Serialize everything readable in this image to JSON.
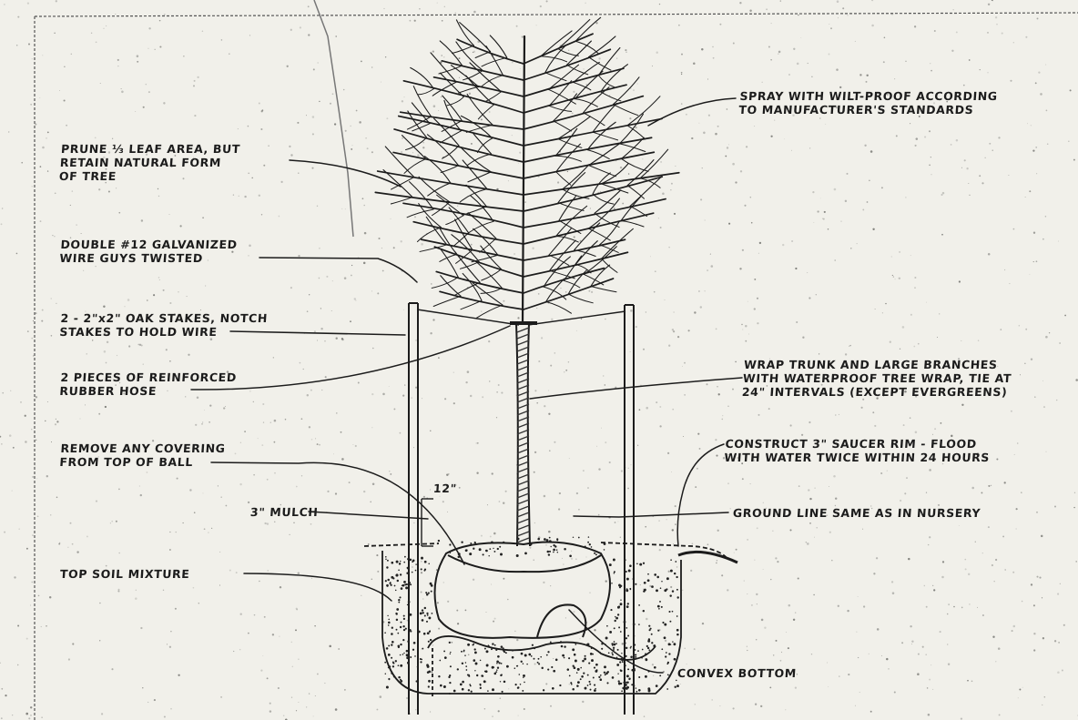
{
  "diagram": {
    "labels": {
      "spray": "SPRAY WITH WILT-PROOF ACCORDING\nTO MANUFACTURER'S STANDARDS",
      "prune": "PRUNE ⅓ LEAF AREA, BUT\nRETAIN NATURAL FORM\nOF TREE",
      "wire_guys": "DOUBLE #12 GALVANIZED\nWIRE GUYS TWISTED",
      "stakes": "2 - 2\"x2\" OAK STAKES, NOTCH\nSTAKES TO HOLD WIRE",
      "hose": "2 PIECES OF REINFORCED\nRUBBER HOSE",
      "wrap": "WRAP TRUNK AND LARGE BRANCHES\nWITH WATERPROOF TREE WRAP, TIE AT\n24\" INTERVALS (EXCEPT EVERGREENS)",
      "remove_covering": "REMOVE ANY COVERING\nFROM TOP OF BALL",
      "saucer": "CONSTRUCT 3\" SAUCER RIM - FLOOD\nWITH WATER TWICE WITHIN 24 HOURS",
      "dim_12": "12\"",
      "mulch": "3\" MULCH",
      "ground_line": "GROUND LINE SAME AS IN NURSERY",
      "top_soil": "TOP SOIL MIXTURE",
      "convex_bottom": "CONVEX BOTTOM"
    },
    "colors": {
      "paper": "#f1f0ea",
      "ink": "#1c1c1c"
    }
  }
}
